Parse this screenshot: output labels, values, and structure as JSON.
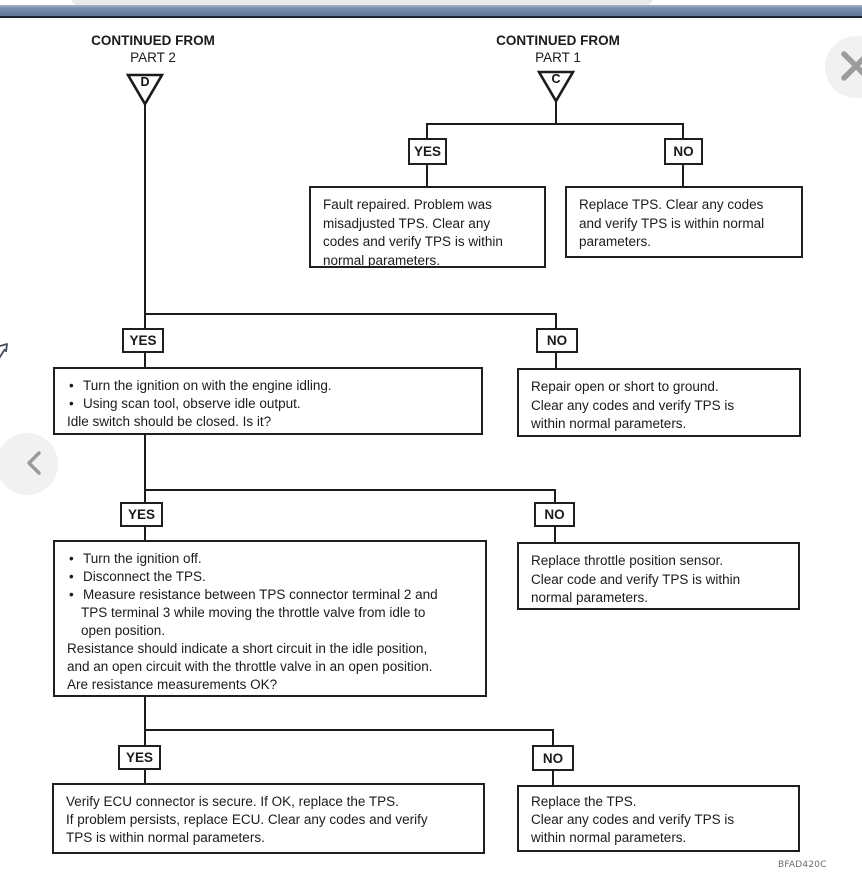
{
  "window": {
    "figure_code": "BFAD420C"
  },
  "flowchart": {
    "labels": {
      "yes": "YES",
      "no": "NO",
      "bullet": "•"
    },
    "entry_left": {
      "title": "CONTINUED FROM",
      "part": "PART 2",
      "letter": "D"
    },
    "entry_right": {
      "title": "CONTINUED FROM",
      "part": "PART 1",
      "letter": "C"
    },
    "boxes": {
      "fault_repaired": {
        "lines": [
          "Fault repaired. Problem was",
          "misadjusted TPS. Clear any",
          "codes and verify TPS is within",
          "normal parameters."
        ]
      },
      "replace_tps_codes": {
        "lines": [
          "Replace TPS. Clear any codes",
          "and verify TPS is within normal",
          "parameters."
        ]
      },
      "idle_check": {
        "bullet1": "Turn the ignition on with the engine idling.",
        "bullet2": "Using scan tool, observe idle output.",
        "question": "Idle switch should be closed. Is it?"
      },
      "repair_open_short": {
        "lines": [
          "Repair open or short to ground.",
          "Clear any codes and verify TPS is",
          "within normal parameters."
        ]
      },
      "resistance_check": {
        "bullet1": "Turn the ignition off.",
        "bullet2": "Disconnect the TPS.",
        "bullet3a": "Measure resistance between TPS connector terminal 2 and",
        "bullet3b": "TPS terminal 3 while moving the throttle valve from idle to",
        "bullet3c": "open position.",
        "plain1": "Resistance should indicate a short circuit in the idle position,",
        "plain2": "and an open circuit with the throttle valve in an open position.",
        "question": "Are resistance measurements OK?"
      },
      "replace_sensor": {
        "lines": [
          "Replace throttle position sensor.",
          "Clear code and verify TPS is within",
          "normal parameters."
        ]
      },
      "verify_ecu": {
        "lines": [
          "Verify ECU connector is secure. If OK, replace the TPS.",
          "If problem persists, replace ECU. Clear any codes and verify",
          "TPS is within normal parameters."
        ]
      },
      "replace_tps_final": {
        "lines": [
          "Replace the TPS.",
          "Clear any codes and verify TPS is",
          "within normal parameters."
        ]
      }
    }
  }
}
